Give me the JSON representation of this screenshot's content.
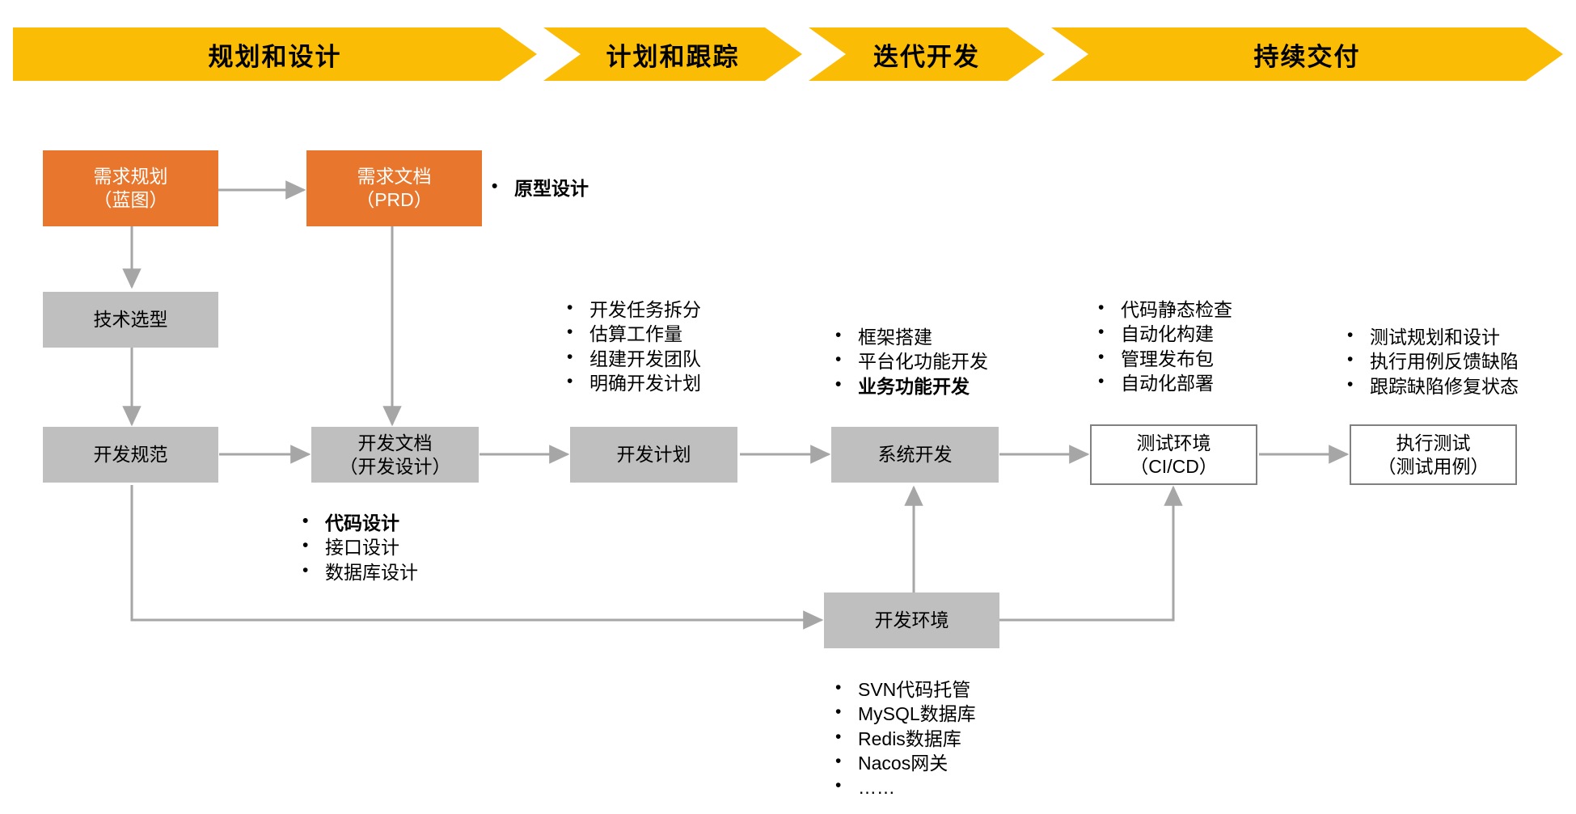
{
  "banner": {
    "phases": [
      {
        "label": "规划和设计"
      },
      {
        "label": "计划和跟踪"
      },
      {
        "label": "迭代开发"
      },
      {
        "label": "持续交付"
      }
    ],
    "color": "#FBBC05"
  },
  "colors": {
    "orange_box": "#E8762C",
    "gray_box": "#BFBFBF",
    "white_box": "#FFFFFF",
    "connector": "#A6A6A6",
    "box_border": "#808080"
  },
  "nodes": {
    "requirement_plan": "需求规划\n（蓝图）",
    "requirement_doc": "需求文档\n（PRD）",
    "tech_selection": "技术选型",
    "dev_spec": "开发规范",
    "dev_doc": "开发文档\n（开发设计）",
    "dev_plan": "开发计划",
    "system_dev": "系统开发",
    "test_env": "测试环境\n（CI/CD）",
    "run_test": "执行测试\n（测试用例）",
    "dev_env": "开发环境"
  },
  "bullets": {
    "prototype": [
      {
        "text": "原型设计",
        "bold": true
      }
    ],
    "design": [
      {
        "text": "代码设计",
        "bold": true
      },
      {
        "text": "接口设计",
        "bold": false
      },
      {
        "text": "数据库设计",
        "bold": false
      }
    ],
    "planning": [
      {
        "text": "开发任务拆分",
        "bold": false
      },
      {
        "text": "估算工作量",
        "bold": false
      },
      {
        "text": "组建开发团队",
        "bold": false
      },
      {
        "text": "明确开发计划",
        "bold": false
      }
    ],
    "iteration": [
      {
        "text": "框架搭建",
        "bold": false
      },
      {
        "text": "平台化功能开发",
        "bold": false
      },
      {
        "text": "业务功能开发",
        "bold": true
      }
    ],
    "cicd": [
      {
        "text": "代码静态检查",
        "bold": false
      },
      {
        "text": "自动化构建",
        "bold": false
      },
      {
        "text": "管理发布包",
        "bold": false
      },
      {
        "text": "自动化部署",
        "bold": false
      }
    ],
    "testing": [
      {
        "text": "测试规划和设计",
        "bold": false
      },
      {
        "text": "执行用例反馈缺陷",
        "bold": false
      },
      {
        "text": "跟踪缺陷修复状态",
        "bold": false
      }
    ],
    "devenv": [
      {
        "text": "SVN代码托管",
        "bold": false
      },
      {
        "text": "MySQL数据库",
        "bold": false
      },
      {
        "text": "Redis数据库",
        "bold": false
      },
      {
        "text": "Nacos网关",
        "bold": false
      },
      {
        "text": "……",
        "bold": false
      }
    ]
  }
}
